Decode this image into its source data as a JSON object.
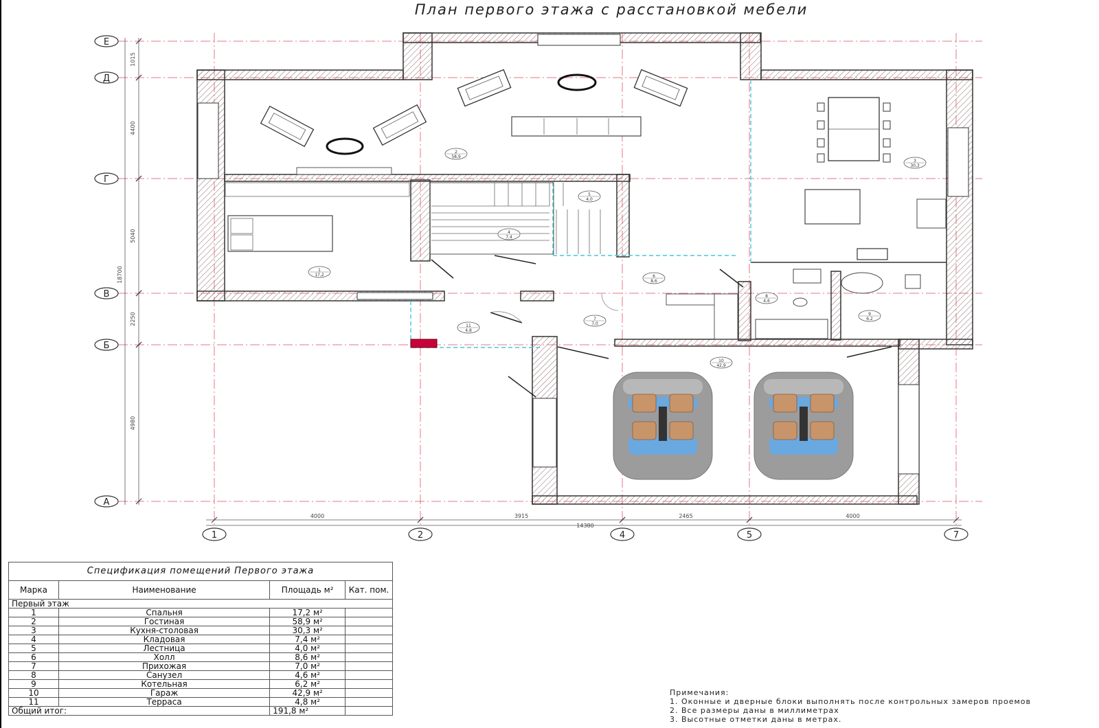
{
  "title": "План первого этажа  с расстановкой мебели",
  "axes": {
    "rows": [
      {
        "label": "Е"
      },
      {
        "label": "Д"
      },
      {
        "label": "Г"
      },
      {
        "label": "В"
      },
      {
        "label": "Б"
      },
      {
        "label": "А"
      }
    ],
    "cols": [
      {
        "label": "1"
      },
      {
        "label": "2"
      },
      {
        "label": "4"
      },
      {
        "label": "5"
      },
      {
        "label": "7"
      }
    ]
  },
  "dimensions": {
    "horizontal": [
      "4000",
      "3915",
      "2465",
      "4000"
    ],
    "horizontal_total": "14380",
    "vertical": [
      "1015",
      "4400",
      "5040",
      "2250",
      "4980"
    ],
    "vertical_total": "18700"
  },
  "room_tags": [
    {
      "num": "2",
      "area": "58,9"
    },
    {
      "num": "3",
      "area": "30,3"
    },
    {
      "num": "5",
      "area": "4,0"
    },
    {
      "num": "4",
      "area": "7,4"
    },
    {
      "num": "1",
      "area": "17,2"
    },
    {
      "num": "6",
      "area": "8,6"
    },
    {
      "num": "8",
      "area": "4,6"
    },
    {
      "num": "9",
      "area": "6,2"
    },
    {
      "num": "11",
      "area": "4,8"
    },
    {
      "num": "7",
      "area": "7,0"
    },
    {
      "num": "10",
      "area": "42,9"
    }
  ],
  "spec": {
    "caption": "Спецификация помещений Первого этажа",
    "headers": {
      "mark": "Марка",
      "name": "Наименование",
      "area": "Площадь м²",
      "cat": "Кат. пом."
    },
    "group": "Первый этаж",
    "rows": [
      {
        "mark": "1",
        "name": "Спальня",
        "area": "17,2 м²"
      },
      {
        "mark": "2",
        "name": "Гостиная",
        "area": "58,9 м²"
      },
      {
        "mark": "3",
        "name": "Кухня-столовая",
        "area": "30,3 м²"
      },
      {
        "mark": "4",
        "name": "Кладовая",
        "area": "7,4 м²"
      },
      {
        "mark": "5",
        "name": "Лестница",
        "area": "4,0 м²"
      },
      {
        "mark": "6",
        "name": "Холл",
        "area": "8,6 м²"
      },
      {
        "mark": "7",
        "name": "Прихожая",
        "area": "7,0 м²"
      },
      {
        "mark": "8",
        "name": "Санузел",
        "area": "4,6 м²"
      },
      {
        "mark": "9",
        "name": "Котельная",
        "area": "6,2 м²"
      },
      {
        "mark": "10",
        "name": "Гараж",
        "area": "42,9 м²"
      },
      {
        "mark": "11",
        "name": "Терраса",
        "area": "4,8 м²"
      }
    ],
    "total_label": "Общий итог:",
    "total_value": "191,8 м²"
  },
  "notes": {
    "heading": "Примечания:",
    "items": [
      "1. Оконные и дверные блоки выполнять после контрольных замеров проемов",
      "2. Все размеры даны в миллиметрах",
      "3. Высотные отметки даны в метрах."
    ]
  },
  "colors": {
    "wall": "#333333",
    "hatch": "#8a6a6a",
    "axis": "#e06070",
    "cyan": "#40c8d8",
    "red_block": "#c8003c",
    "car_body": "#9c9c9c",
    "car_seat": "#c8956a",
    "car_glass": "#6aa8e0"
  }
}
